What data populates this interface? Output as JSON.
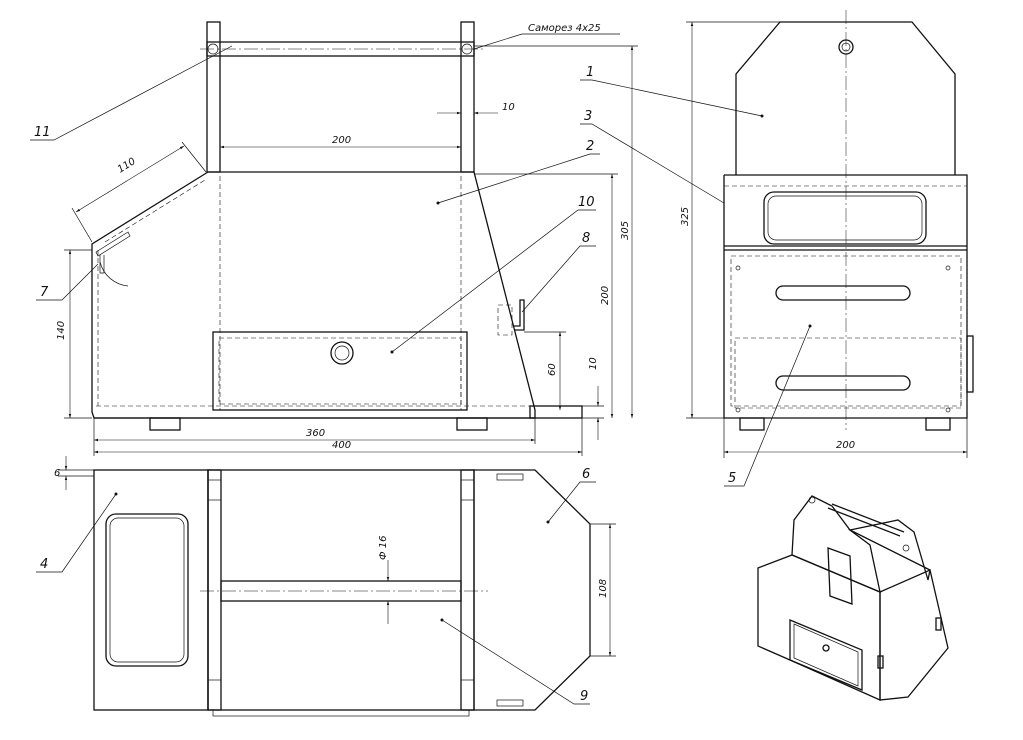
{
  "note": {
    "screw": "Саморез 4х25"
  },
  "callouts": [
    "1",
    "2",
    "3",
    "4",
    "5",
    "6",
    "7",
    "8",
    "9",
    "10",
    "11"
  ],
  "dimensions": {
    "d10": "10",
    "d200_top": "200",
    "d110": "110",
    "d140": "140",
    "d360": "360",
    "d400": "400",
    "d305": "305",
    "d200_side": "200",
    "d60": "60",
    "d10_small": "10",
    "d325": "325",
    "d200_right": "200",
    "d6": "6",
    "d16": "Ф 16",
    "d108": "108"
  }
}
